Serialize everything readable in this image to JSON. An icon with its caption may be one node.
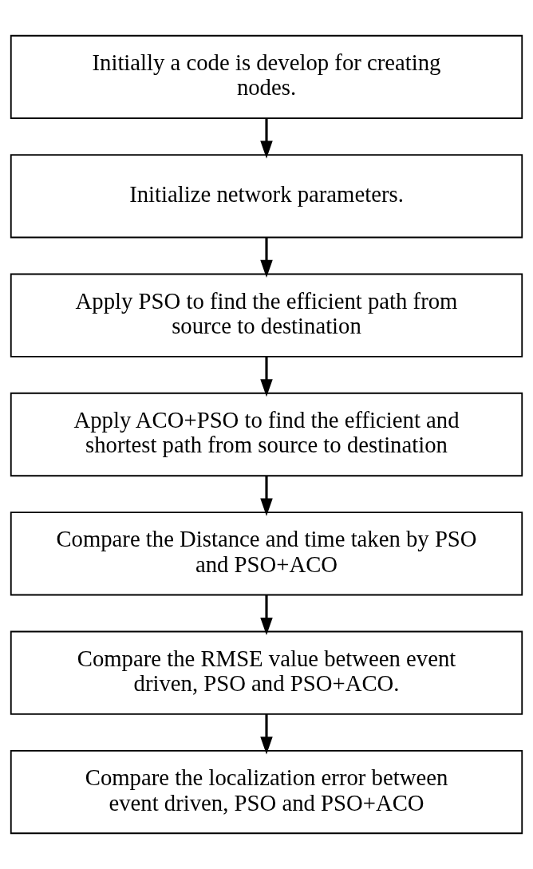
{
  "diagram": {
    "nodes": [
      {
        "text": [
          "Initially a code is develop for creating nodes."
        ]
      },
      {
        "text": [
          "Initialize network parameters."
        ]
      },
      {
        "text": [
          "Apply PSO to find the efficient path from source to destination"
        ]
      },
      {
        "text": [
          "Apply ACO+PSO to find the efficient and shortest path from source to destination"
        ]
      },
      {
        "text": [
          "Compare the Distance and time taken by PSO and PSO+ACO"
        ]
      },
      {
        "text": [
          "Compare the RMSE value between event driven, PSO and PSO+ACO."
        ]
      },
      {
        "text": [
          "Compare the localization error between event driven, PSO and PSO+ACO"
        ]
      }
    ],
    "edges": [
      {
        "from": 0,
        "to": 1,
        "arrow": "to"
      },
      {
        "from": 1,
        "to": 2,
        "arrow": "to"
      },
      {
        "from": 2,
        "to": 3,
        "arrow": "to"
      },
      {
        "from": 3,
        "to": 4,
        "arrow": "to"
      },
      {
        "from": 4,
        "to": 5,
        "arrow": "to"
      },
      {
        "from": 5,
        "to": 6,
        "arrow": "to"
      }
    ]
  }
}
